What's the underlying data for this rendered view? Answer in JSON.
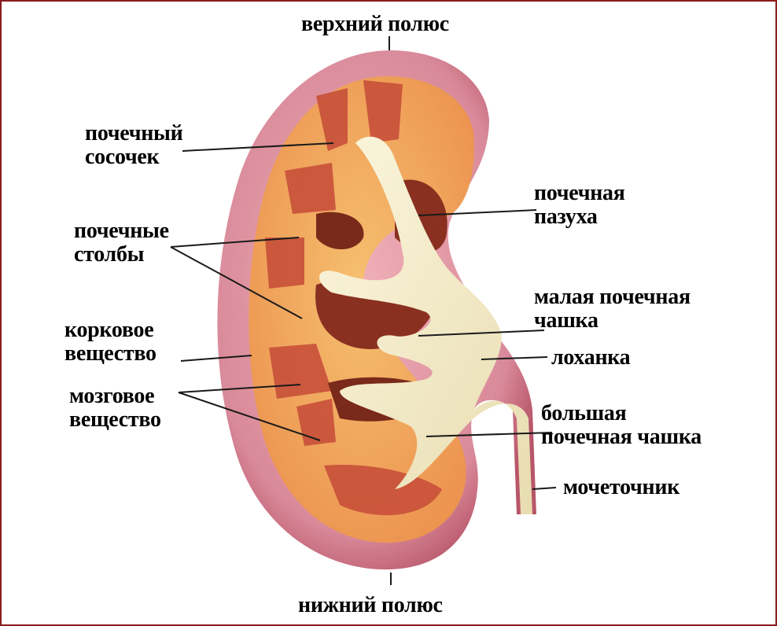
{
  "diagram": {
    "subject": "Kidney (frontal section)",
    "colors": {
      "border": "#8b1a1a",
      "capsule": "#d98a9a",
      "cortex": "#f0a060",
      "medulla": "#c8503a",
      "sinus": "#8a3020",
      "pelvis": "#f2ecc8",
      "leader_line": "#1a1a1a"
    },
    "labels": {
      "upper_pole": "верхний полюс",
      "renal_papilla": [
        "почечный",
        "сосочек"
      ],
      "renal_columns": [
        "почечные",
        "столбы"
      ],
      "cortex": [
        "корковое",
        "вещество"
      ],
      "medulla": [
        "мозговое",
        "вещество"
      ],
      "renal_sinus": [
        "почечная",
        "пазуха"
      ],
      "minor_calyx": [
        "малая почечная",
        "чашка"
      ],
      "pelvis": "лоханка",
      "major_calyx": [
        "большая",
        "почечная чашка"
      ],
      "ureter": "мочеточник",
      "lower_pole": "нижний полюс"
    }
  }
}
